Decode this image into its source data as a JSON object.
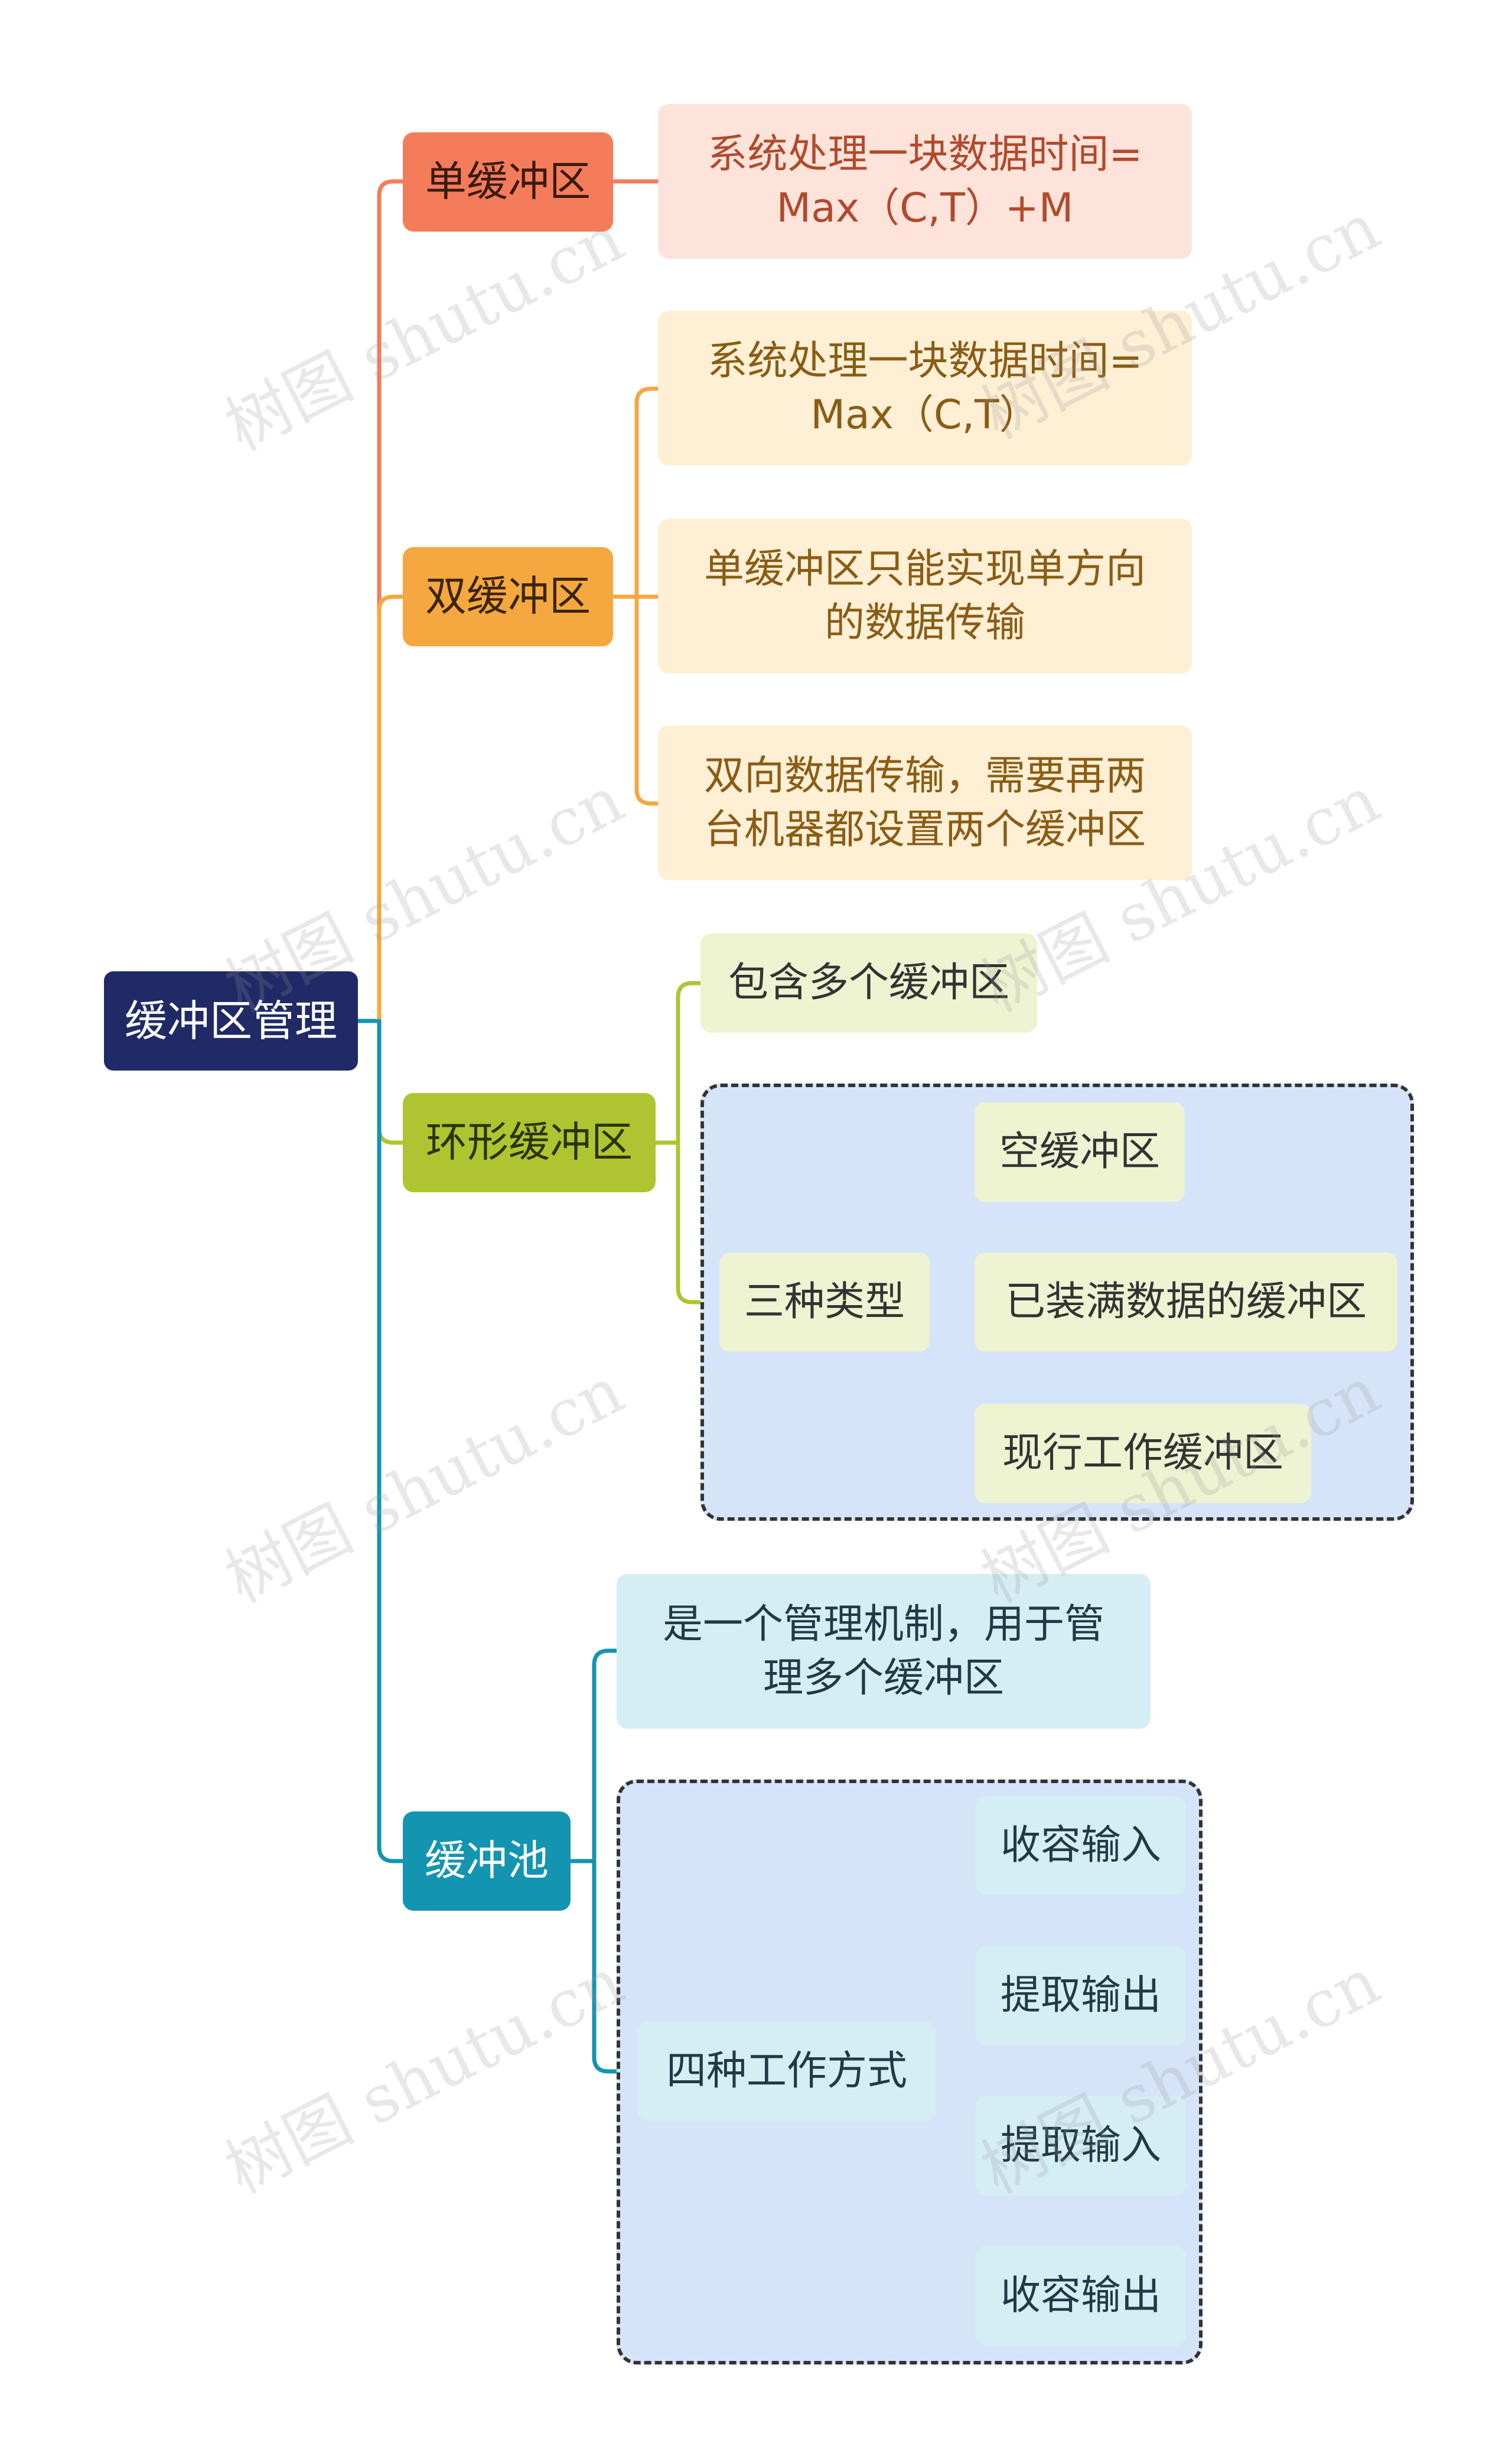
{
  "root": {
    "label": "缓冲区管理"
  },
  "branches": [
    {
      "label": "单缓冲区",
      "color": "#f47c5a",
      "children": [
        {
          "lines": [
            "系统处理一块数据时间=",
            "Max（C,T）+M"
          ]
        }
      ]
    },
    {
      "label": "双缓冲区",
      "color": "#f5a840",
      "children": [
        {
          "lines": [
            "系统处理一块数据时间=",
            "Max（C,T）"
          ]
        },
        {
          "lines": [
            "单缓冲区只能实现单方向",
            "的数据传输"
          ]
        },
        {
          "lines": [
            "双向数据传输，需要再两",
            "台机器都设置两个缓冲区"
          ]
        }
      ]
    },
    {
      "label": "环形缓冲区",
      "color": "#afc431",
      "children": [
        {
          "lines": [
            "包含多个缓冲区"
          ]
        },
        {
          "label": "三种类型",
          "children": [
            "空缓冲区",
            "已装满数据的缓冲区",
            "现行工作缓冲区"
          ]
        }
      ]
    },
    {
      "label": "缓冲池",
      "color": "#1394b1",
      "children": [
        {
          "lines": [
            "是一个管理机制，用于管",
            "理多个缓冲区"
          ]
        },
        {
          "label": "四种工作方式",
          "children": [
            "收容输入",
            "提取输出",
            "提取输入",
            "收容输出"
          ]
        }
      ]
    }
  ],
  "watermark": "树图 shutu.cn",
  "colors": {
    "root_fill": "#202a66",
    "red_leaf_fill": "#fde3da",
    "red_leaf_text": "#b14a2c",
    "orange_leaf_fill": "#feefd5",
    "orange_leaf_text": "#8a5c14",
    "green_leaf_fill": "#eef3d2",
    "green_leaf_text": "#333333",
    "blue_leaf_fill": "#d5eef4",
    "blue_leaf_text": "#1f3a45",
    "frame_fill": "#d6e4f9"
  }
}
